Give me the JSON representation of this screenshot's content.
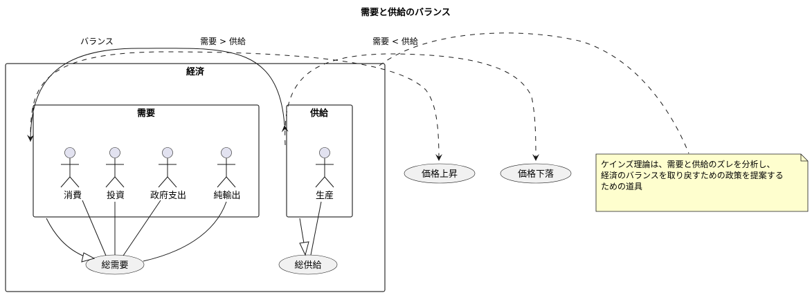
{
  "diagram": {
    "title": "需要と供給のバランス",
    "packages": {
      "economy": "経済",
      "demand": "需要",
      "supply": "供給"
    },
    "actors": {
      "consumption": "消費",
      "investment": "投資",
      "government": "政府支出",
      "net_exports": "純輸出",
      "production": "生産"
    },
    "usecases": {
      "aggregate_demand": "総需要",
      "aggregate_supply": "総供給",
      "price_up": "価格上昇",
      "price_down": "価格下落"
    },
    "edge_labels": {
      "balance": "バランス",
      "demand_gt_supply": "需要 > 供給",
      "demand_lt_supply": "需要 < 供給"
    },
    "note": {
      "line1": "ケインズ理論は、需要と供給のズレを分析し、",
      "line2": "経済のバランスを取り戻すための政策を提案する",
      "line3": "ための道具"
    },
    "colors": {
      "usecase_fill": "#f1f1f1",
      "actor_fill": "#e2e2f0",
      "note_fill": "#fefece",
      "line": "#181818"
    }
  }
}
